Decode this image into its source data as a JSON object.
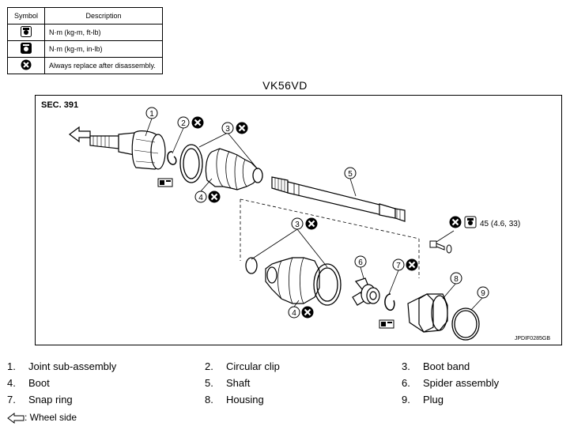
{
  "symbol_table": {
    "header_symbol": "Symbol",
    "header_description": "Description",
    "rows": [
      {
        "icon": "torque-wrench-icon",
        "description": "N·m (kg-m, ft-lb)"
      },
      {
        "icon": "torque-wrench-small-icon",
        "description": "N·m (kg-m, in-lb)"
      },
      {
        "icon": "replace-x-icon",
        "description": "Always replace after disassembly."
      }
    ]
  },
  "title": "VK56VD",
  "section": "SEC. 391",
  "figure_code": "JPDIF0285GB",
  "torque": "45 (4.6, 33)",
  "callouts": [
    "1",
    "2",
    "3",
    "3",
    "4",
    "4",
    "5",
    "6",
    "7",
    "8",
    "9"
  ],
  "parts": [
    {
      "num": "1.",
      "name": "Joint sub-assembly"
    },
    {
      "num": "2.",
      "name": "Circular clip"
    },
    {
      "num": "3.",
      "name": "Boot band"
    },
    {
      "num": "4.",
      "name": "Boot"
    },
    {
      "num": "5.",
      "name": "Shaft"
    },
    {
      "num": "6.",
      "name": "Spider assembly"
    },
    {
      "num": "7.",
      "name": "Snap ring"
    },
    {
      "num": "8.",
      "name": "Housing"
    },
    {
      "num": "9.",
      "name": "Plug"
    }
  ],
  "wheel_side": ": Wheel side",
  "colors": {
    "line": "#000000",
    "background": "#ffffff"
  }
}
